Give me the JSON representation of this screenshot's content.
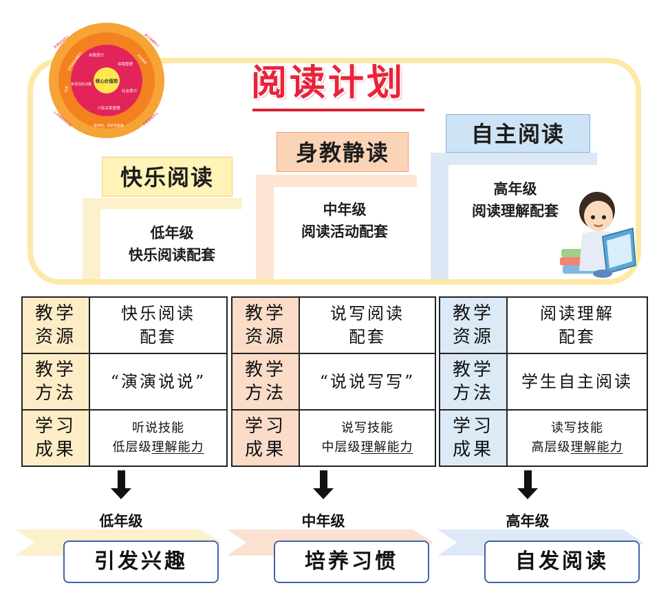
{
  "title": "阅读计划",
  "wheel": {
    "center": "核心价值观",
    "inner": [
      "自我意识",
      "自我管理",
      "社会意识",
      "人际关系管理",
      "负责任的决策"
    ],
    "outer": [
      "合作和协调能力",
      "交流",
      "公民素养",
      "批判性、创新性思维"
    ],
    "rim": [
      "充满自信的人",
      "勇于探索的人",
      "心系国家的公民",
      "积极奉献的人"
    ]
  },
  "stages": [
    {
      "label": "快乐阅读",
      "grade": "低年级",
      "desc": "快乐阅读配套",
      "color": "#fff3b8",
      "wall": "#fdf0cc"
    },
    {
      "label": "身教静读",
      "grade": "中年级",
      "desc": "阅读活动配套",
      "color": "#fbd3b7",
      "wall": "#fde4d3"
    },
    {
      "label": "自主阅读",
      "grade": "高年级",
      "desc": "阅读理解配套",
      "color": "#cfe3f6",
      "wall": "#dbe9f6"
    }
  ],
  "row_headers": [
    [
      "教学",
      "资源"
    ],
    [
      "教学",
      "方法"
    ],
    [
      "学习",
      "成果"
    ]
  ],
  "tables": [
    {
      "header_color": "#fdedc7",
      "resource": [
        "快乐阅读",
        "配套"
      ],
      "method": "“演演说说”",
      "outcome": {
        "skill": "听说技能",
        "prefix": "低层级",
        "underlined": "理解能力"
      }
    },
    {
      "header_color": "#fbdcc9",
      "resource": [
        "说写阅读",
        "配套"
      ],
      "method": "“说说写写”",
      "outcome": {
        "skill": "说写技能",
        "prefix": "中层级",
        "underlined": "理解能力"
      }
    },
    {
      "header_color": "#dce9f6",
      "resource": [
        "阅读理解",
        "配套"
      ],
      "method": "学生自主阅读",
      "outcome": {
        "skill": "读写技能",
        "prefix": "高层级",
        "underlined": "理解能力"
      }
    }
  ],
  "results": [
    {
      "grade": "低年级",
      "label": "引发兴趣",
      "color": "#fdf0cc"
    },
    {
      "grade": "中年级",
      "label": "培养习惯",
      "color": "#fbe1d2"
    },
    {
      "grade": "高年级",
      "label": "自发阅读",
      "color": "#dde9f6"
    }
  ]
}
